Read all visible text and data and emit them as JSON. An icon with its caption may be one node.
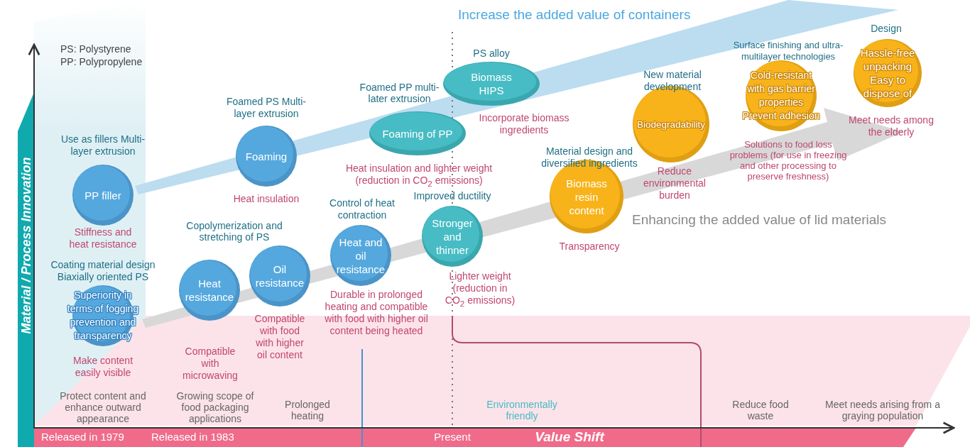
{
  "diagram": {
    "nodes": [
      {
        "text": [
          "PP filler"
        ],
        "beside": [
          "Use as fillers Multi-layer extrusion",
          "Stiffness and heat resistance"
        ]
      },
      {
        "text": [
          "Superiority in terms of fogging prevention and transparency"
        ],
        "beside": [
          "Coating material design Biaxially oriented PS",
          "Make content easily visible"
        ]
      },
      {
        "text": [
          "Foaming"
        ],
        "beside": [
          "Foamed PS Multi-layer extrusion",
          "Heat insulation"
        ]
      },
      {
        "text": [
          "Heat resistance"
        ],
        "beside": [
          "Compatible with microwaving"
        ]
      },
      {
        "text": [
          "Oil resistance"
        ],
        "beside": [
          "Compatible with food with higher oil content"
        ]
      },
      {
        "text": [
          "Heat and oil resistance"
        ],
        "beside": [
          "Control of heat contraction",
          "Durable in prolonged heating and compatible with food with higher oil content being heated"
        ]
      },
      {
        "text": [
          "Foaming of PP"
        ],
        "beside": [
          "Heat insulation and lighter weight (reduction in CO$_{2}$ emissions)"
        ]
      },
      {
        "text": [
          "Biomass HIPS"
        ],
        "beside": [
          "PS alloy",
          "Incorporate biomass ingredients"
        ]
      },
      {
        "text": [
          "Stronger and thinner"
        ],
        "beside": [
          "Improved ductility",
          "Lighter weight (reduction in CO$_{2}$ emissions)"
        ]
      },
      {
        "text": [
          "Biomass resin content"
        ],
        "beside": [
          "Material design and diversified ingredients",
          "Transparency"
        ]
      },
      {
        "text": [
          "Biodegradability"
        ],
        "beside": [
          "New material development",
          "Reduce environmental burden"
        ]
      },
      {
        "text": [
          "Cold-resistant with gas barrier properties Prevent adhesion"
        ],
        "beside": [
          "Surface finishing and ultra-multilayer technologies"
        ]
      },
      {
        "text": [
          "Hassle-free unpacking Easy to dispose of"
        ],
        "beside": [
          "Design",
          "Meet needs among the elderly"
        ]
      }
    ],
    "labels": [
      "Increase the added value of containers",
      "PS: Polystyrene",
      "PP: Polypropylene",
      "Copolymerization and stretching of PS",
      "Enhancing the added value of lid materials",
      "Material / Process Innovation",
      "Protect content and enhance outward appearance",
      "Growing scope of food packaging applications",
      "Prolonged heating",
      "Environmentally friendly",
      "Reduce food waste",
      "Meet needs arising from a graying population",
      "Released in 1979",
      "Released in 1983",
      "Present",
      "Value Shift",
      "Foamed PP multi-later extrusion",
      "Solutions to food loss problems (for use in freezing and other processing to preserve freshness)"
    ]
  }
}
